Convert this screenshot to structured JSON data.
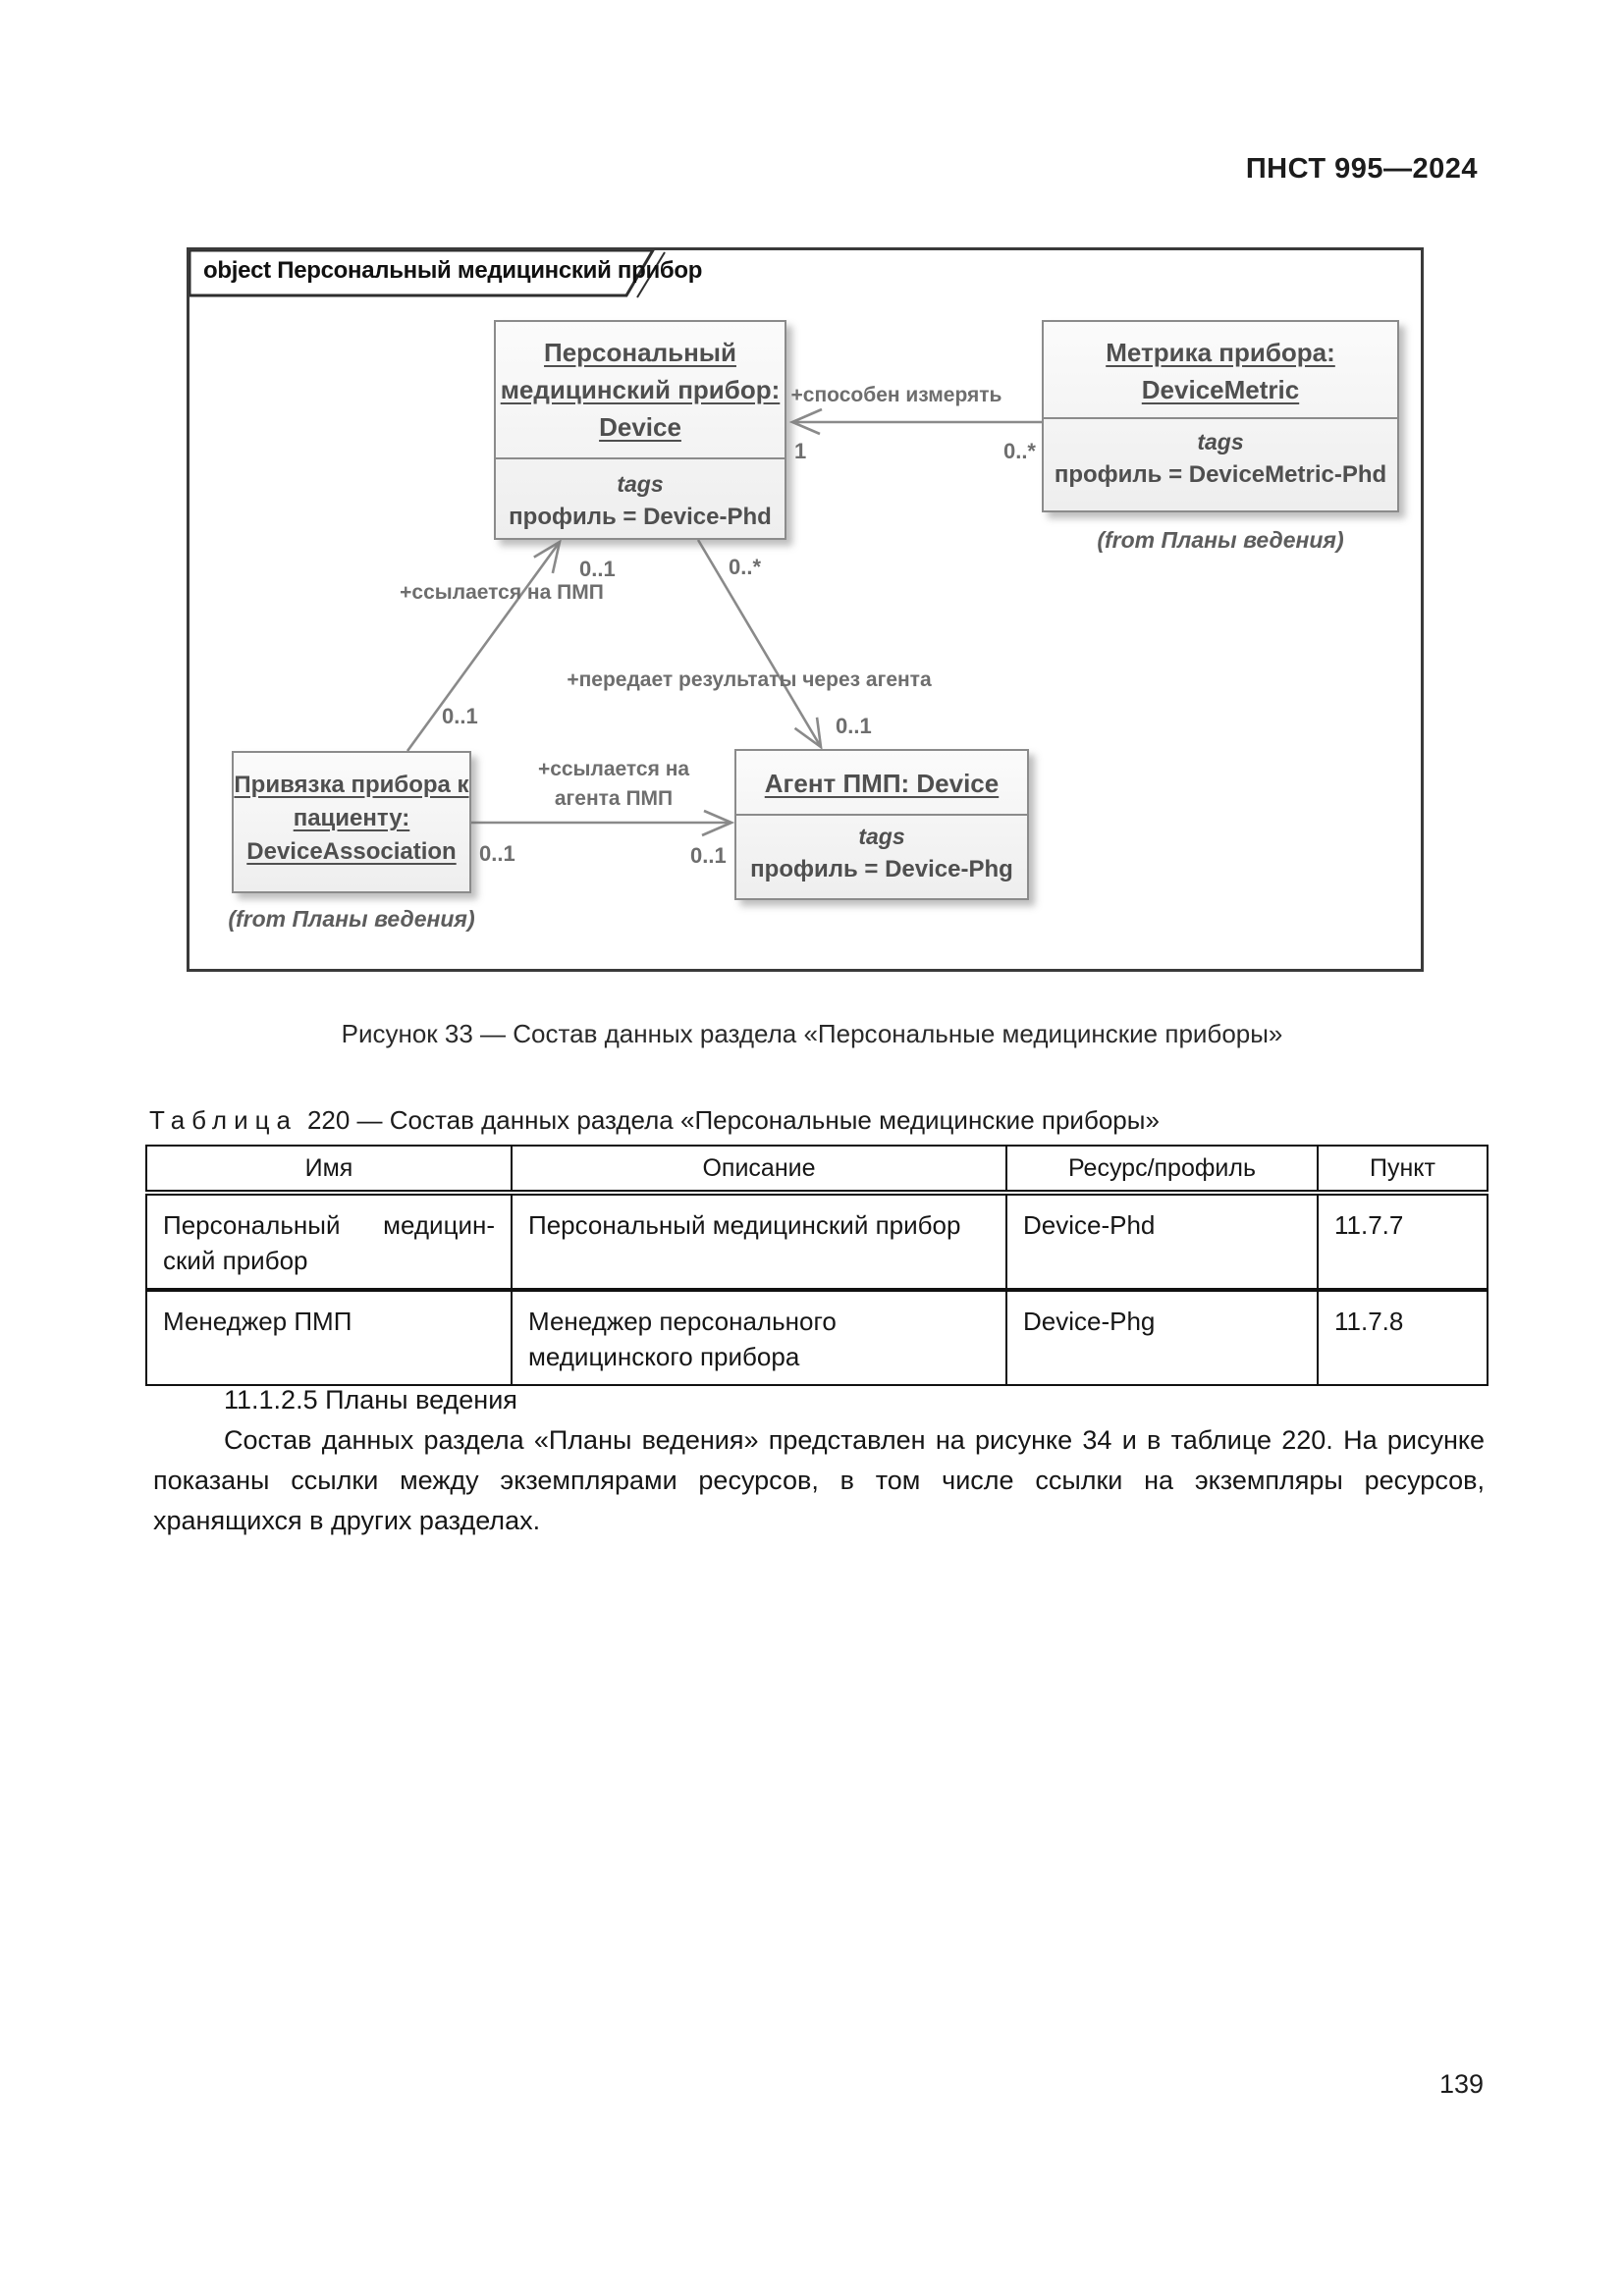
{
  "header": {
    "doc_code": "ПНСТ 995—2024"
  },
  "colors": {
    "box_border": "#8b8b8b",
    "box_text": "#4f4f4f",
    "edge_gray": "#8a8a8a",
    "frame_border": "#3a3a3a"
  },
  "diagram": {
    "frame_label": "object Персональный медицинский прибор",
    "nodes": {
      "pmp": {
        "line1": "Персональный",
        "line2": "медицинский прибор:",
        "line3": "Device",
        "tags": "tags",
        "tag_value": "профиль = Device-Phd"
      },
      "metric": {
        "line1": "Метрика прибора:",
        "line2": "DeviceMetric",
        "tags": "tags",
        "tag_value": "профиль = DeviceMetric-Phd",
        "from_note": "(from Планы ведения)"
      },
      "binding": {
        "line1": "Привязка прибора к",
        "line2": "пациенту:",
        "line3": "DeviceAssociation",
        "from_note": "(from Планы ведения)"
      },
      "agent": {
        "line1": "Агент ПМП: Device",
        "tags": "tags",
        "tag_value": "профиль = Device-Phg"
      }
    },
    "edges": {
      "measures": {
        "name": "+способен измерять",
        "source_mult": "1",
        "target_mult": "0..*"
      },
      "refs_pmp": {
        "name": "+ссылается на ПМП",
        "pmp_mult": "0..1",
        "binding_mult": "0..1"
      },
      "transmits": {
        "name": "+передает результаты через агента",
        "pmp_mult": "0..*",
        "agent_mult": "0..1"
      },
      "refs_agent": {
        "name_line1": "+ссылается на",
        "name_line2": "агента ПМП",
        "binding_mult": "0..1",
        "agent_mult": "0..1"
      }
    }
  },
  "figure": {
    "caption": "Рисунок 33 — Состав данных раздела «Персональные медицинские приборы»"
  },
  "table": {
    "caption_word": "Таблица",
    "caption_rest": "220 — Состав данных раздела «Персональные медицинские приборы»",
    "columns": [
      "Имя",
      "Описание",
      "Ресурс/профиль",
      "Пункт"
    ],
    "rows": [
      {
        "name": "Персональный медицин-ский прибор",
        "description": "Персональный медицинский прибор",
        "resource": "Device-Phd",
        "clause": "11.7.7"
      },
      {
        "name": "Менеджер ПМП",
        "description": "Менеджер персонального медицинского прибора",
        "resource": "Device-Phg",
        "clause": "11.7.8"
      }
    ]
  },
  "section": {
    "heading": "11.1.2.5 Планы ведения",
    "paragraph": "Состав данных раздела «Планы ведения» представлен на рисунке 34 и в таблице 220. На рисунке показаны ссылки между экземплярами ресурсов, в том числе ссылки на экземпляры ресурсов, хранящихся в других разделах."
  },
  "footer": {
    "page_number": "139"
  }
}
